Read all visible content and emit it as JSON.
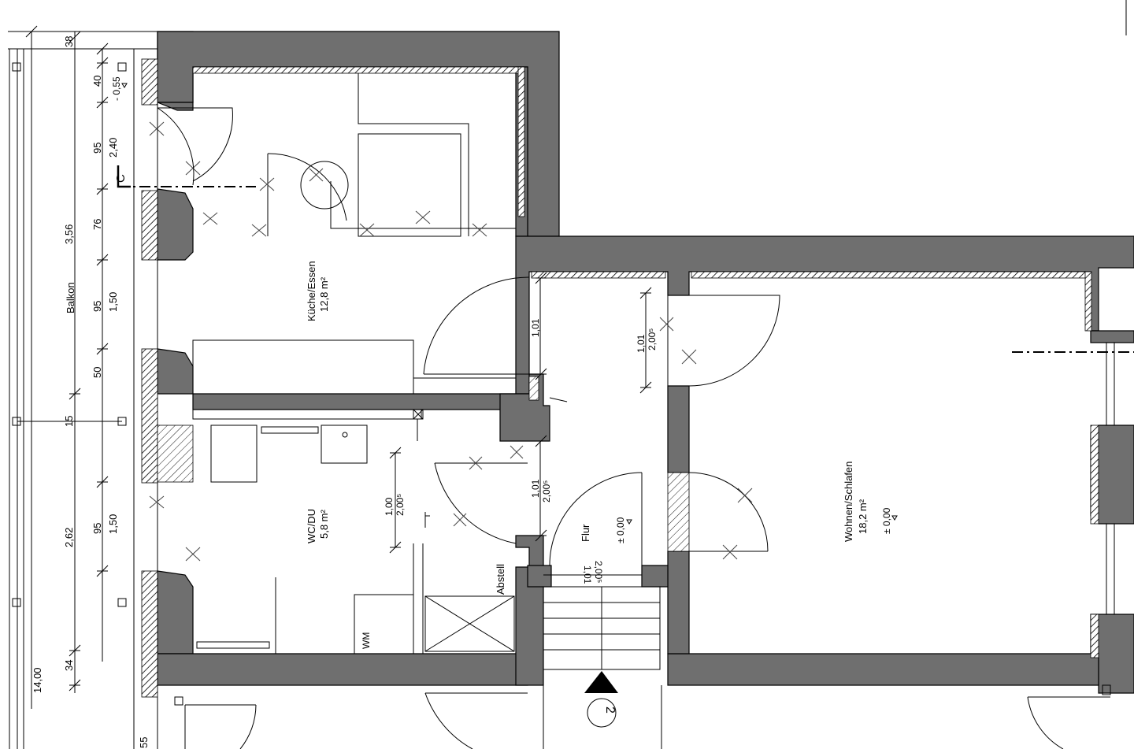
{
  "rooms": {
    "kitchen": {
      "name": "Küche/Essen",
      "area": "12,8 m²"
    },
    "wc": {
      "name": "WC/DU",
      "area": "5,8 m²"
    },
    "living": {
      "name": "Wohnen/Schlafen",
      "area": "18,2 m²",
      "level": "± 0,00"
    },
    "hall": {
      "name": "Flur",
      "level": "± 0,00"
    },
    "storage": {
      "name": "Abstell"
    },
    "balcony": {
      "name": "Balkon"
    },
    "washer": {
      "name": "WM"
    }
  },
  "markers": {
    "section": "C",
    "view_number": "2",
    "balcony_level": "- 0,55"
  },
  "dimensions": {
    "left_chain": [
      "38",
      "40",
      "95",
      "76",
      "95",
      "50",
      "15",
      "95",
      "34"
    ],
    "left_heights": [
      "2,40",
      "1,50",
      "1,50"
    ],
    "left_totals": [
      "3,56",
      "2,62",
      "14,00",
      "55"
    ],
    "kitchen_door": "1,01",
    "living_door": {
      "width": "1,01",
      "height": "2,00⁵"
    },
    "wc_door": {
      "width": "1,00",
      "height": "2,00⁵"
    },
    "hall_door": {
      "width": "1,01",
      "height": "2,00⁵"
    },
    "entrance_door": {
      "width": "1,01",
      "height": "2,00⁵"
    }
  }
}
